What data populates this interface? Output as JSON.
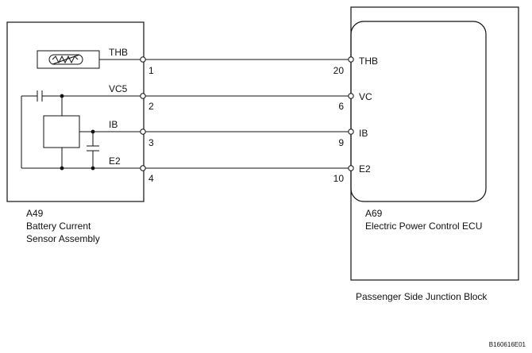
{
  "left_component": {
    "code": "A49",
    "name_line1": "Battery Current",
    "name_line2": "Sensor Assembly"
  },
  "right_component": {
    "code": "A69",
    "name": "Electric Power Control ECU"
  },
  "junction_block": "Passenger Side Junction Block",
  "wires": [
    {
      "left_signal": "THB",
      "left_pin": "1",
      "right_signal": "THB",
      "right_pin": "20"
    },
    {
      "left_signal": "VC5",
      "left_pin": "2",
      "right_signal": "VC",
      "right_pin": "6"
    },
    {
      "left_signal": "IB",
      "left_pin": "3",
      "right_signal": "IB",
      "right_pin": "9"
    },
    {
      "left_signal": "E2",
      "left_pin": "4",
      "right_signal": "E2",
      "right_pin": "10"
    }
  ],
  "figure_code": "B160616E01"
}
